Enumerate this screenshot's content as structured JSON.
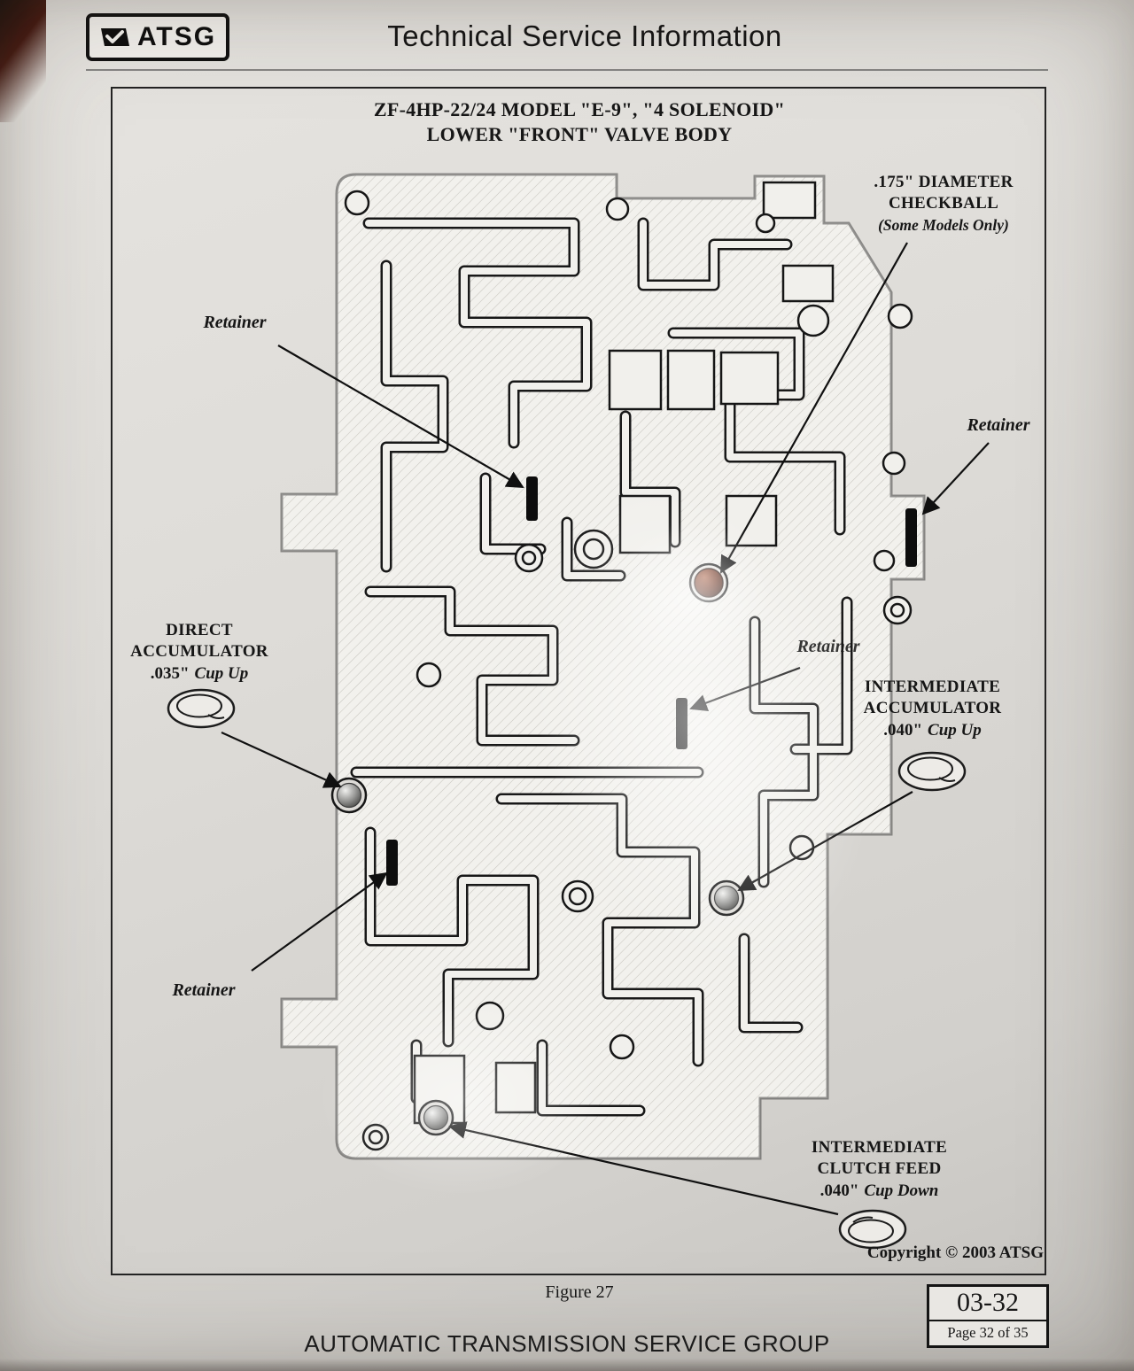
{
  "colors": {
    "ink": "#1a1a1a",
    "paper": "#dedbd6",
    "checkball_brown": "#5f2a18",
    "frame_border": "#232323"
  },
  "header": {
    "logo_text": "ATSG",
    "title": "Technical Service Information"
  },
  "figure": {
    "title_line1": "ZF-4HP-22/24  MODEL \"E-9\", \"4 SOLENOID\"",
    "title_line2": "LOWER \"FRONT\" VALVE BODY",
    "caption": "Figure 27",
    "copyright": "Copyright © 2003 ATSG",
    "callouts": {
      "checkball": {
        "line1": ".175\" DIAMETER",
        "line2": "CHECKBALL",
        "line3": "(Some Models Only)"
      },
      "retainer_top": "Retainer",
      "retainer_right": "Retainer",
      "retainer_middle": "Retainer",
      "retainer_lower_left": "Retainer",
      "direct_accumulator": {
        "line1": "DIRECT",
        "line2": "ACCUMULATOR",
        "size": ".035\"",
        "cup": "Cup Up"
      },
      "intermediate_accumulator": {
        "line1": "INTERMEDIATE",
        "line2": "ACCUMULATOR",
        "size": ".040\"",
        "cup": "Cup Up"
      },
      "intermediate_clutch_feed": {
        "line1": "INTERMEDIATE",
        "line2": "CLUTCH FEED",
        "size": ".040\"",
        "cup": "Cup Down"
      }
    }
  },
  "footer": {
    "organization": "AUTOMATIC TRANSMISSION SERVICE GROUP",
    "document_number": "03-32",
    "page_info": "Page 32 of 35"
  }
}
